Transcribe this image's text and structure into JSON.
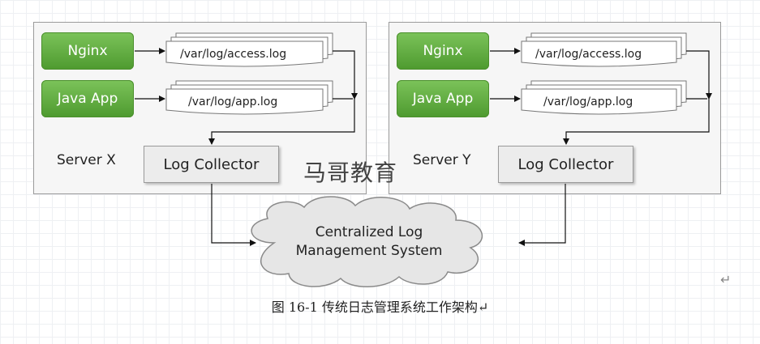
{
  "servers": [
    {
      "label": "Server X",
      "apps": [
        {
          "name": "Nginx",
          "log": "/var/log/access.log"
        },
        {
          "name": "Java App",
          "log": "/var/log/app.log"
        }
      ],
      "collector": "Log Collector"
    },
    {
      "label": "Server Y",
      "apps": [
        {
          "name": "Nginx",
          "log": "/var/log/access.log"
        },
        {
          "name": "Java App",
          "log": "/var/log/app.log"
        }
      ],
      "collector": "Log Collector"
    }
  ],
  "cloud": {
    "line1": "Centralized Log",
    "line2": "Management System"
  },
  "watermark": "马哥教育",
  "caption": "图 16-1  传统日志管理系统工作架构↵",
  "return_mark": "↵",
  "colors": {
    "app_green": "#5aab38",
    "server_bg": "#f6f6f6",
    "collector_bg": "#ececec"
  }
}
